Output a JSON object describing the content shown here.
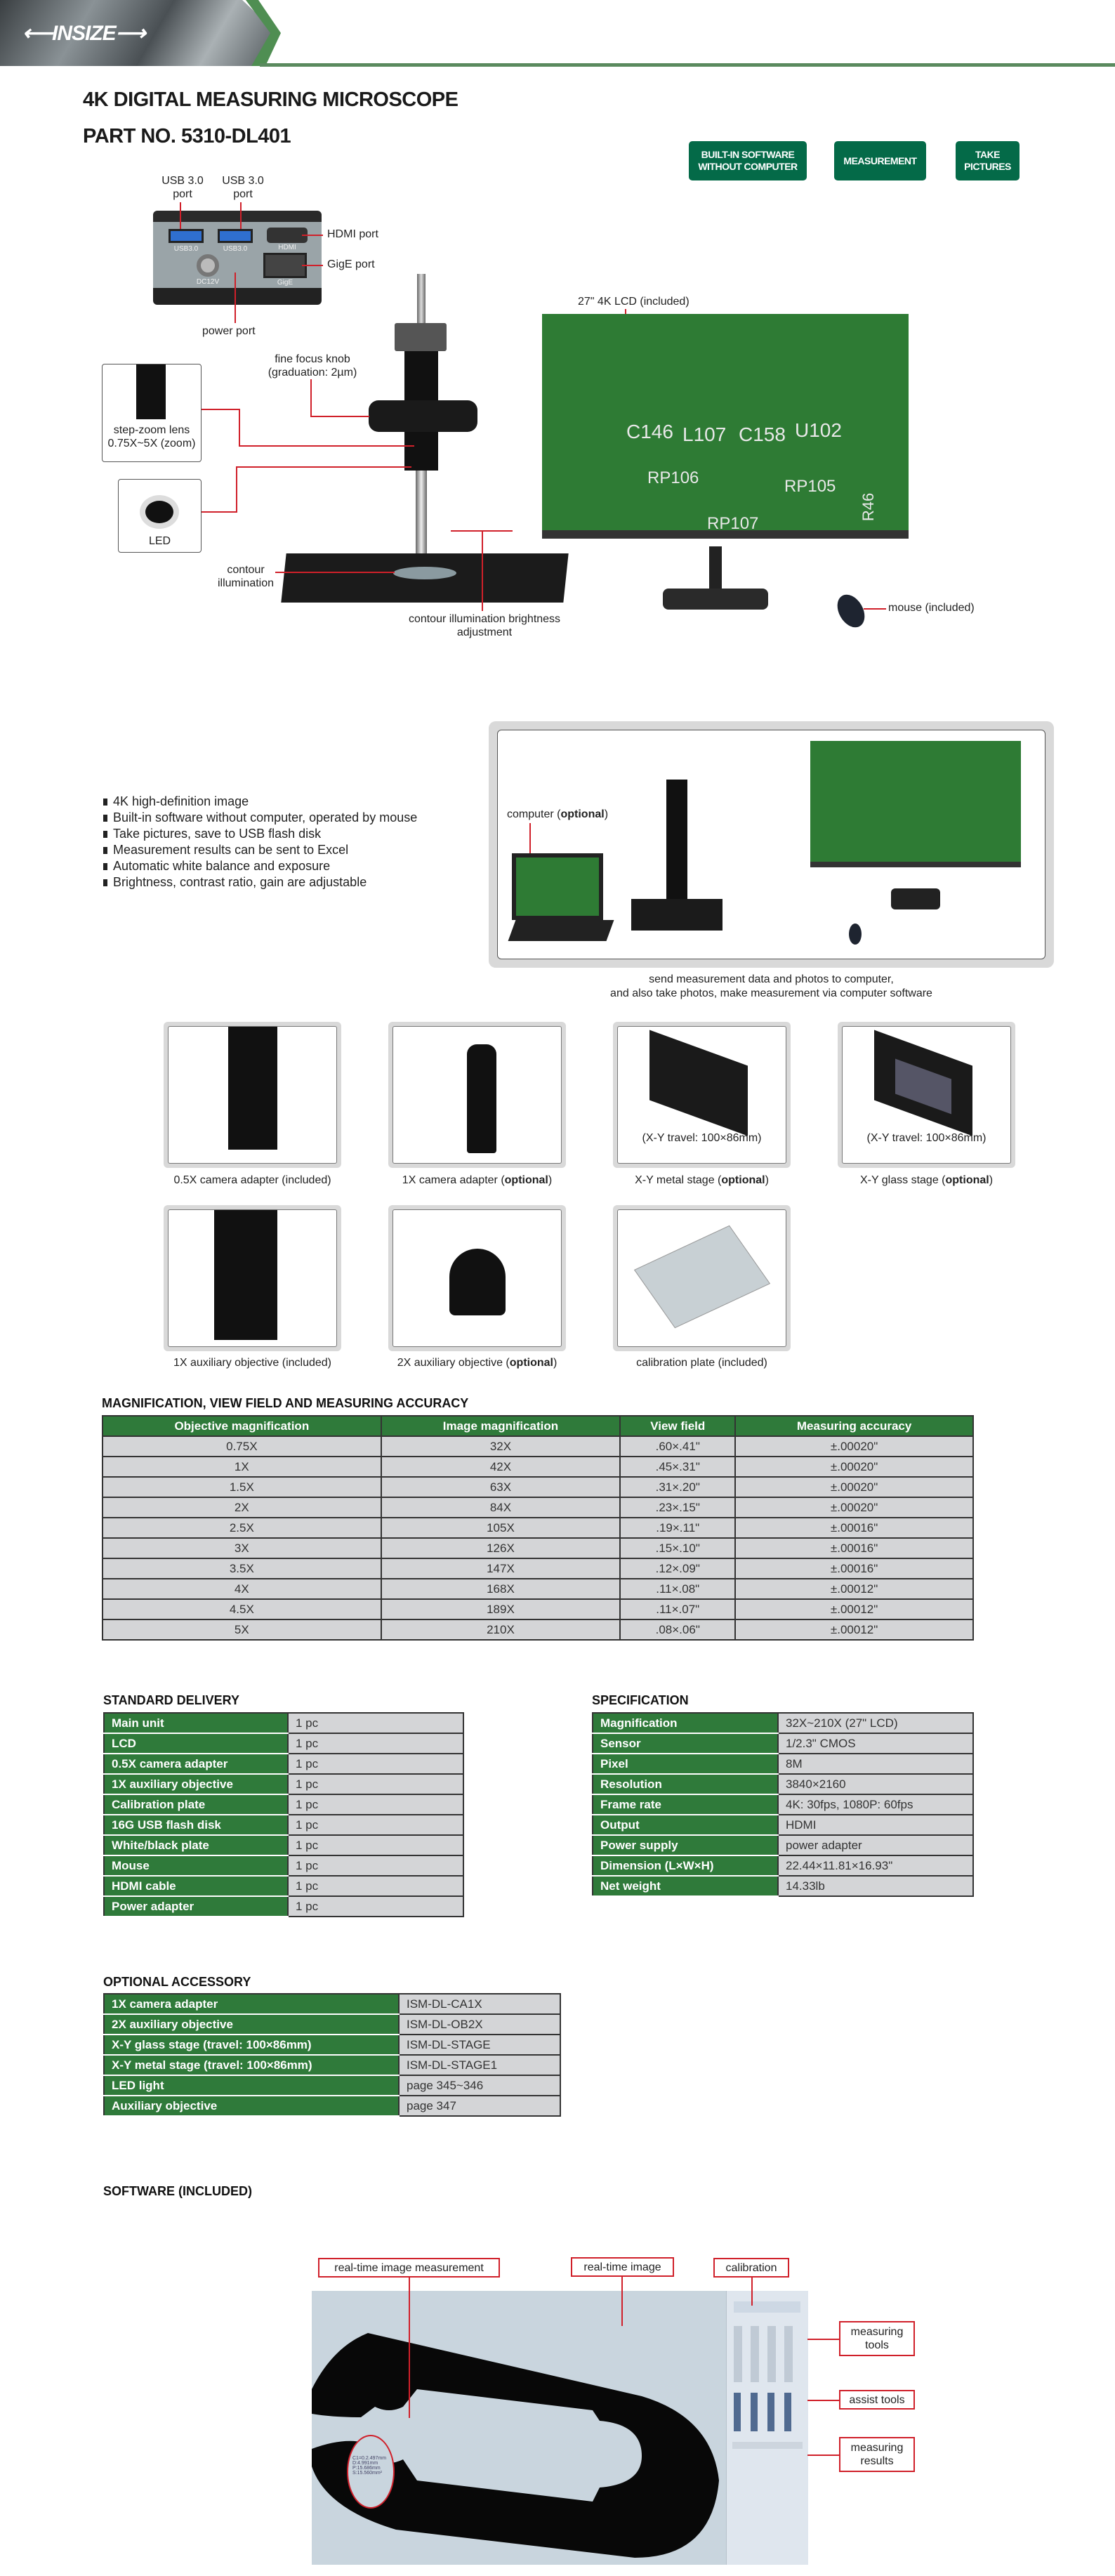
{
  "brand": {
    "logo": "INSIZE"
  },
  "header": {
    "title": "4K DIGITAL MEASURING MICROSCOPE",
    "part_no": "PART NO. 5310-DL401"
  },
  "badges": [
    "BUILT-IN SOFTWARE WITHOUT COMPUTER",
    "MEASUREMENT",
    "TAKE PICTURES"
  ],
  "main_image": {
    "labels": {
      "usb1": "USB 3.0 port",
      "usb2": "USB 3.0 port",
      "hdmi": "HDMI port",
      "gige": "GigE port",
      "power": "power port",
      "focus": "fine focus knob (graduation: 2µm)",
      "zoom_lens": "step-zoom lens 0.75X~5X (zoom)",
      "led": "LED",
      "contour": "contour illumination",
      "brightness": "contour illumination brightness adjustment",
      "lcd": "27\" 4K LCD (included)",
      "mouse": "mouse (included)"
    },
    "camera_marks": [
      "USB3.0",
      "USB3.0",
      "HDMI",
      "DC12V",
      "GigE"
    ],
    "pcb_marks": [
      "C146",
      "L107",
      "C158",
      "U102",
      "RP106",
      "RP105",
      "RP107",
      "R46"
    ]
  },
  "features": [
    "4K high-definition image",
    "Built-in software without computer, operated by mouse",
    "Take pictures, save to USB flash disk",
    "Measurement results can be sent to Excel",
    "Automatic white balance and exposure",
    "Brightness, contrast ratio, gain are adjustable"
  ],
  "computer_setup": {
    "label": "computer (",
    "label_bold": "optional",
    "label_end": ")",
    "caption_1": "send measurement data and photos to computer,",
    "caption_2": "and also take photos, make measurement via computer software"
  },
  "accessories": [
    {
      "name": "0.5X camera adapter (included)",
      "bold": "",
      "inner": ""
    },
    {
      "name": "1X camera adapter (",
      "bold": "optional",
      "end": ")",
      "inner": ""
    },
    {
      "name": "X-Y metal stage (",
      "bold": "optional",
      "end": ")",
      "inner": "(X-Y travel: 100×86mm)"
    },
    {
      "name": "X-Y glass stage (",
      "bold": "optional",
      "end": ")",
      "inner": "(X-Y travel: 100×86mm)"
    },
    {
      "name": "1X auxiliary objective (included)",
      "bold": "",
      "inner": ""
    },
    {
      "name": "2X auxiliary objective (",
      "bold": "optional",
      "end": ")",
      "inner": ""
    },
    {
      "name": "calibration plate (included)",
      "bold": "",
      "inner": ""
    }
  ],
  "magnification": {
    "title": "MAGNIFICATION, VIEW FIELD AND MEASURING ACCURACY",
    "headers": [
      "Objective magnification",
      "Image magnification",
      "View field",
      "Measuring accuracy"
    ],
    "rows": [
      [
        "0.75X",
        "32X",
        ".60×.41\"",
        "±.00020\""
      ],
      [
        "1X",
        "42X",
        ".45×.31\"",
        "±.00020\""
      ],
      [
        "1.5X",
        "63X",
        ".31×.20\"",
        "±.00020\""
      ],
      [
        "2X",
        "84X",
        ".23×.15\"",
        "±.00020\""
      ],
      [
        "2.5X",
        "105X",
        ".19×.11\"",
        "±.00016\""
      ],
      [
        "3X",
        "126X",
        ".15×.10\"",
        "±.00016\""
      ],
      [
        "3.5X",
        "147X",
        ".12×.09\"",
        "±.00016\""
      ],
      [
        "4X",
        "168X",
        ".11×.08\"",
        "±.00012\""
      ],
      [
        "4.5X",
        "189X",
        ".11×.07\"",
        "±.00012\""
      ],
      [
        "5X",
        "210X",
        ".08×.06\"",
        "±.00012\""
      ]
    ]
  },
  "delivery": {
    "title": "STANDARD DELIVERY",
    "rows": [
      [
        "Main unit",
        "1 pc"
      ],
      [
        "LCD",
        "1 pc"
      ],
      [
        "0.5X camera adapter",
        "1 pc"
      ],
      [
        "1X auxiliary objective",
        "1 pc"
      ],
      [
        "Calibration plate",
        "1 pc"
      ],
      [
        "16G USB flash disk",
        "1 pc"
      ],
      [
        "White/black plate",
        "1 pc"
      ],
      [
        "Mouse",
        "1 pc"
      ],
      [
        "HDMI cable",
        "1 pc"
      ],
      [
        "Power adapter",
        "1 pc"
      ]
    ]
  },
  "specification": {
    "title": "SPECIFICATION",
    "rows": [
      [
        "Magnification",
        "32X~210X (27\" LCD)"
      ],
      [
        "Sensor",
        "1/2.3\" CMOS"
      ],
      [
        "Pixel",
        "8M"
      ],
      [
        "Resolution",
        "3840×2160"
      ],
      [
        "Frame rate",
        "4K: 30fps, 1080P: 60fps"
      ],
      [
        "Output",
        "HDMI"
      ],
      [
        "Power supply",
        "power adapter"
      ],
      [
        "Dimension (L×W×H)",
        "22.44×11.81×16.93\""
      ],
      [
        "Net weight",
        "14.33lb"
      ]
    ]
  },
  "optional": {
    "title": "OPTIONAL ACCESSORY",
    "rows": [
      [
        "1X camera adapter",
        "ISM-DL-CA1X"
      ],
      [
        "2X auxiliary objective",
        "ISM-DL-OB2X"
      ],
      [
        "X-Y glass stage (travel: 100×86mm)",
        "ISM-DL-STAGE"
      ],
      [
        "X-Y metal stage (travel: 100×86mm)",
        "ISM-DL-STAGE1"
      ],
      [
        "LED light",
        "page 345~346"
      ],
      [
        "Auxiliary objective",
        "page 347"
      ]
    ]
  },
  "software": {
    "title": "SOFTWARE (INCLUDED)",
    "callouts": {
      "measurement": "real-time image measurement",
      "image": "real-time image",
      "calibration": "calibration",
      "tools": "measuring tools",
      "assist": "assist tools",
      "results": "measuring results"
    },
    "readout": [
      "C1=0.2.497mm",
      "D:4.991mm",
      "P:15.686mm",
      "S:15.560mm²"
    ]
  },
  "colors": {
    "green": "#2f7a3a",
    "badge": "#046a48",
    "callout": "#d0202a"
  }
}
